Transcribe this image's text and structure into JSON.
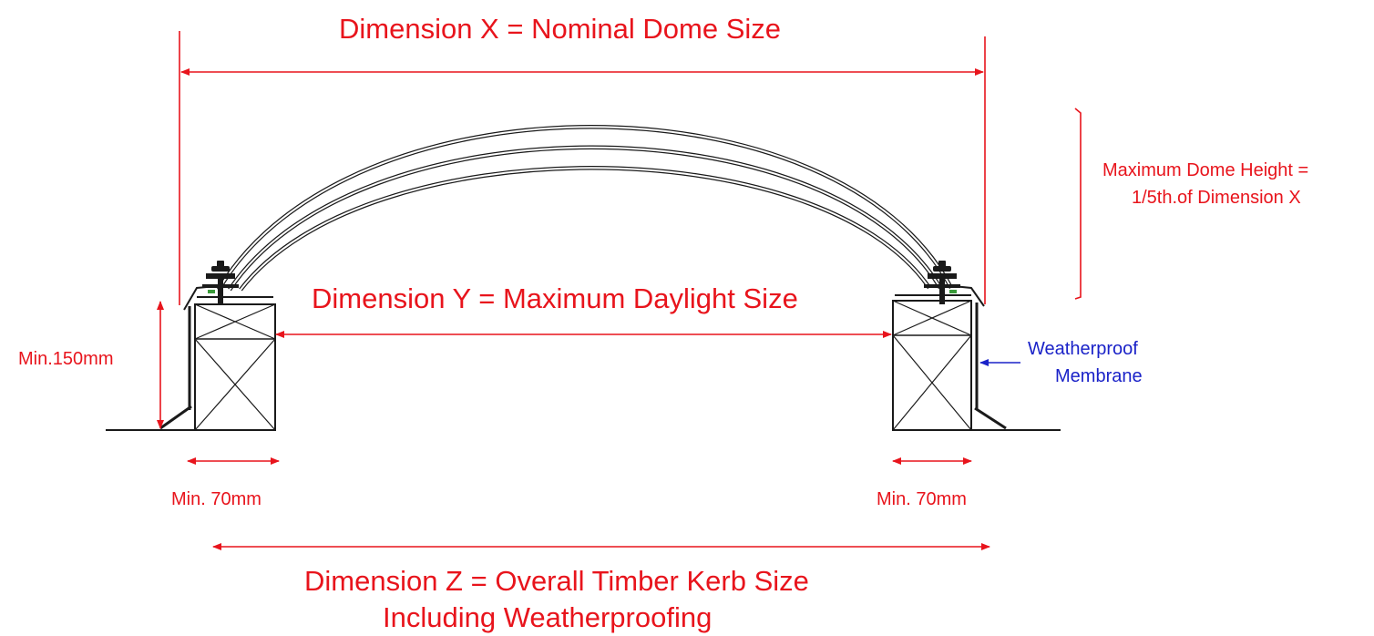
{
  "colors": {
    "dimension": "#e8141c",
    "membrane": "#1a22c8",
    "line": "#1a1a1a",
    "background": "#ffffff"
  },
  "labels": {
    "dimension_x": "Dimension X = Nominal Dome Size",
    "dimension_y": "Dimension Y = Maximum Daylight Size",
    "dimension_z_line1": "Dimension Z = Overall Timber Kerb Size",
    "dimension_z_line2": "Including Weatherproofing",
    "dome_height_line1": "Maximum Dome Height =",
    "dome_height_line2": "1/5th.of Dimension X",
    "min_height": "Min.150mm",
    "min_width_left": "Min. 70mm",
    "min_width_right": "Min. 70mm",
    "membrane_line1": "Weatherproof",
    "membrane_line2": "Membrane"
  }
}
